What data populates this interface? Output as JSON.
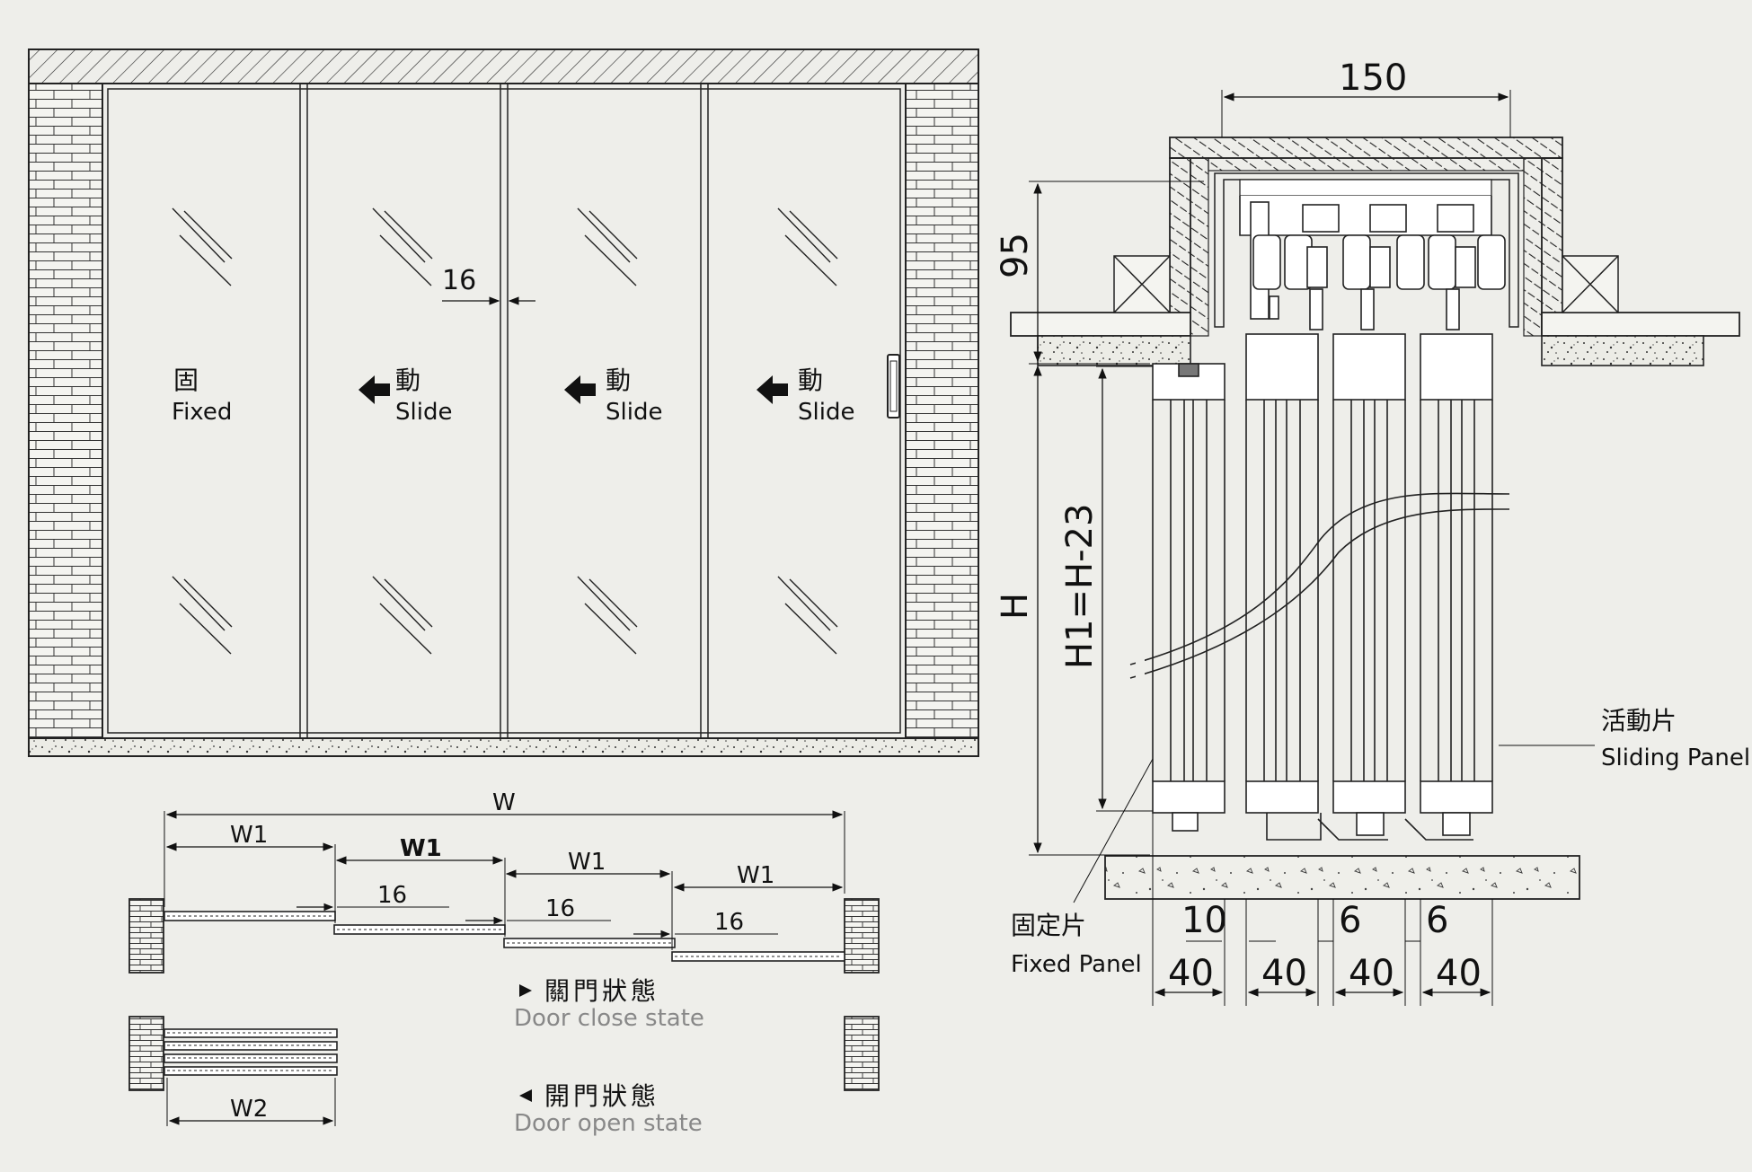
{
  "elevation": {
    "panels": [
      {
        "cn": "固",
        "en": "Fixed"
      },
      {
        "cn": "動",
        "en": "Slide"
      },
      {
        "cn": "動",
        "en": "Slide"
      },
      {
        "cn": "動",
        "en": "Slide"
      }
    ],
    "gap_dim": "16"
  },
  "plan": {
    "total_width": "W",
    "panel_width": "W1",
    "overlap": "16",
    "stack_width": "W2",
    "close_state_cn": "關門狀態",
    "close_state_en": "Door close state",
    "open_state_cn": "開門狀態",
    "open_state_en": "Door open state"
  },
  "section": {
    "top_width": "150",
    "header_height": "95",
    "height": "H",
    "panel_height": "H1=H-23",
    "gap_fixed": "10",
    "gap_sliding_1": "6",
    "gap_sliding_2": "6",
    "panel_depths": [
      "40",
      "40",
      "40",
      "40"
    ],
    "sliding_cn": "活動片",
    "sliding_en": "Sliding Panel",
    "fixed_cn": "固定片",
    "fixed_en": "Fixed Panel"
  },
  "colors": {
    "background": "#eeeeea",
    "line": "#111111",
    "caption_grey": "#888888"
  }
}
